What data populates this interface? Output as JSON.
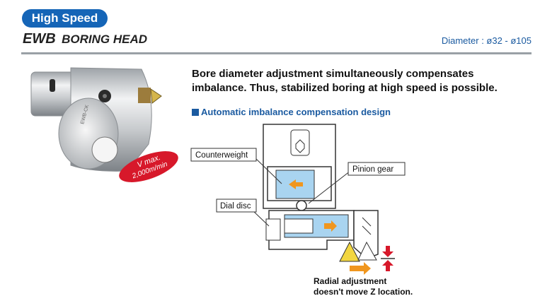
{
  "header": {
    "badge": "High Speed",
    "title_main": "EWB",
    "title_sub": "BORING HEAD",
    "diameter": "Diameter : ø32 - ø105"
  },
  "product": {
    "speed_line1": "V max.",
    "speed_line2": "2,000m/min"
  },
  "description": {
    "lead": "Bore diameter adjustment simultaneously compensates imbalance. Thus, stabilized boring at high speed is possible.",
    "feature_title": "Automatic imbalance compensation design"
  },
  "diagram": {
    "label_counterweight": "Counterweight",
    "label_pinion": "Pinion gear",
    "label_dial": "Dial disc",
    "caption_line1": "Radial adjustment",
    "caption_line2": "doesn't move Z location."
  },
  "colors": {
    "accent_blue": "#1565b7",
    "text_blue": "#1a5aa0",
    "arrow_orange": "#f0961e",
    "light_blue": "#a9d4f0",
    "red": "#d7182a"
  }
}
